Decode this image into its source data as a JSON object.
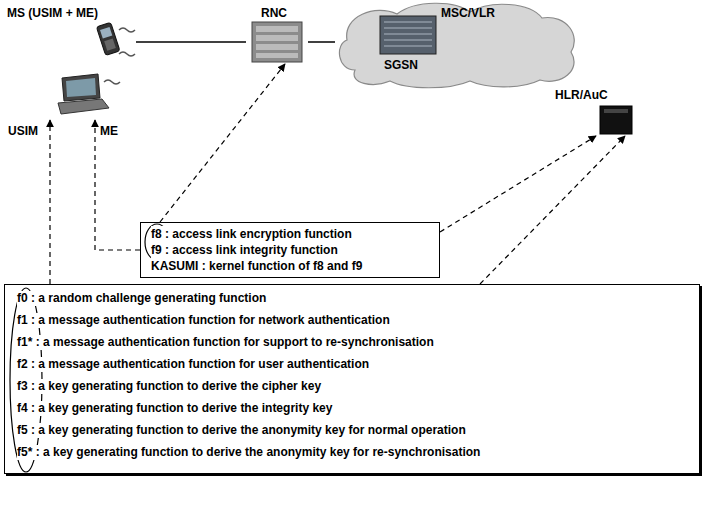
{
  "diagram": {
    "nodes": [
      {
        "text": [
          "MS (USIM + ME)"
        ]
      },
      {
        "text": [
          "RNC"
        ]
      },
      {
        "text": [
          "MSC/VLR",
          "SGSN"
        ]
      },
      {
        "text": [
          "HLR/AuC"
        ]
      },
      {
        "text": [
          "f8 : access link encryption function",
          "f9 : access link integrity function",
          "KASUMI : kernel function of f8 and f9"
        ]
      },
      {
        "text": [
          "f0 : a random challenge generating function",
          "f1 : a message authentication function for network authentication",
          "f1* : a message authentication function for support to re-synchronisation",
          "f2 : a message authentication function for user authentication",
          "f3 : a key generating function to derive the cipher key",
          "f4 : a key generating function to derive the integrity key",
          "f5 : a key generating function to derive the anonymity key for normal operation",
          "f5* : a key generating function to derive the anonymity key for re-synchronisation"
        ]
      }
    ],
    "edges": [
      {
        "from": 0,
        "to": 1,
        "arrow": "none"
      },
      {
        "from": 1,
        "to": 2,
        "arrow": "none"
      },
      {
        "from": 4,
        "to": 0,
        "arrow": "to"
      },
      {
        "from": 4,
        "to": 1,
        "arrow": "to"
      },
      {
        "from": 4,
        "to": 3,
        "arrow": "to"
      },
      {
        "from": 5,
        "to": 0,
        "arrow": "to"
      },
      {
        "from": 5,
        "to": 3,
        "arrow": "to"
      }
    ],
    "labels": [
      "USIM",
      "ME"
    ]
  }
}
